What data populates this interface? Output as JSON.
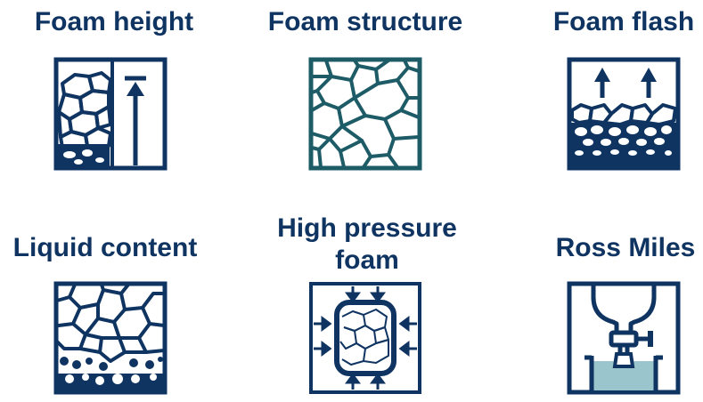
{
  "colors": {
    "navy": "#0f3461",
    "teal": "#1d5b66",
    "lightblue": "#9bc5cc"
  },
  "items": [
    {
      "label": "Foam height",
      "icon": "foam-height-icon"
    },
    {
      "label": "Foam structure",
      "icon": "foam-structure-icon"
    },
    {
      "label": "Foam flash",
      "icon": "foam-flash-icon"
    },
    {
      "label": "Liquid content",
      "icon": "liquid-content-icon"
    },
    {
      "label_lines": [
        "High pressure",
        "foam"
      ],
      "icon": "high-pressure-foam-icon"
    },
    {
      "label": "Ross Miles",
      "icon": "ross-miles-icon"
    }
  ]
}
